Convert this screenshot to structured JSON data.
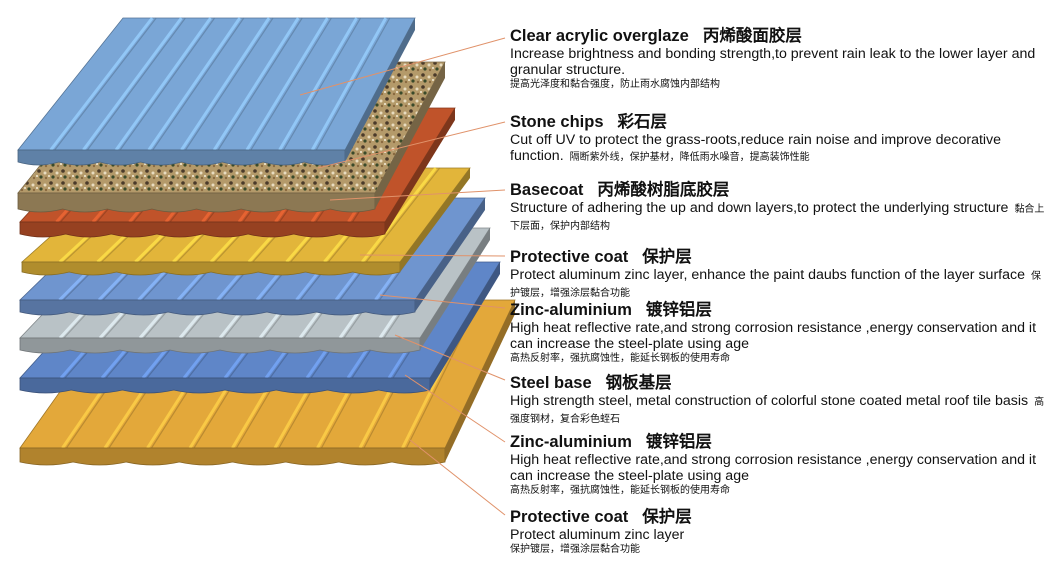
{
  "layers": [
    {
      "title": "Clear acrylic overglaze",
      "title_cn": "丙烯酸面胶层",
      "desc": "Increase brightness and bonding strength,to prevent rain leak to the lower layer and granular structure.",
      "desc_cn": "提高光泽度和黏合强度，防止雨水腐蚀内部结构",
      "color": "#7aa6d6"
    },
    {
      "title": "Stone chips",
      "title_cn": "彩石层",
      "desc": "Cut off UV to protect the grass-roots,reduce rain noise and improve decorative function.",
      "desc_cn": "隔断紫外线，保护基材，降低雨水噪音，提高装饰性能",
      "color": "#b49a6a"
    },
    {
      "title": "Basecoat",
      "title_cn": "丙烯酸树脂底胶层",
      "desc": "Structure of adhering the up and down layers,to protect the underlying structure",
      "desc_cn": "黏合上下层面，保护内部结构",
      "color": "#c0532a"
    },
    {
      "title": "Protective coat",
      "title_cn": "保护层",
      "desc": "Protect aluminum zinc layer, enhance the paint daubs function of the layer surface",
      "desc_cn": "保护镀层，增强涂层黏合功能",
      "color": "#e2b53a"
    },
    {
      "title": "Zinc-aluminium",
      "title_cn": "镀锌铝层",
      "desc": "High heat reflective rate,and strong corrosion resistance ,energy conservation and it can increase the steel-plate using age",
      "desc_cn": "高热反射率，强抗腐蚀性，能延长钢板的使用寿命",
      "color": "#6f95cf"
    },
    {
      "title": "Steel base",
      "title_cn": "钢板基层",
      "desc": "High strength steel, metal construction of colorful stone coated metal roof tile basis",
      "desc_cn": "高强度钢材，复合彩色蛭石",
      "color": "#b9c2c6"
    },
    {
      "title": "Zinc-aluminium",
      "title_cn": "镀锌铝层",
      "desc": "High heat reflective rate,and strong corrosion resistance ,energy conservation and it can increase the steel-plate using age",
      "desc_cn": "高热反射率，强抗腐蚀性，能延长钢板的使用寿命",
      "color": "#5f86c8"
    },
    {
      "title": "Protective coat",
      "title_cn": "保护层",
      "desc": "Protect aluminum zinc layer",
      "desc_cn": "保护镀层，增强涂层黏合功能",
      "color": "#e3a83a"
    }
  ],
  "leader_color": "#e0926a"
}
